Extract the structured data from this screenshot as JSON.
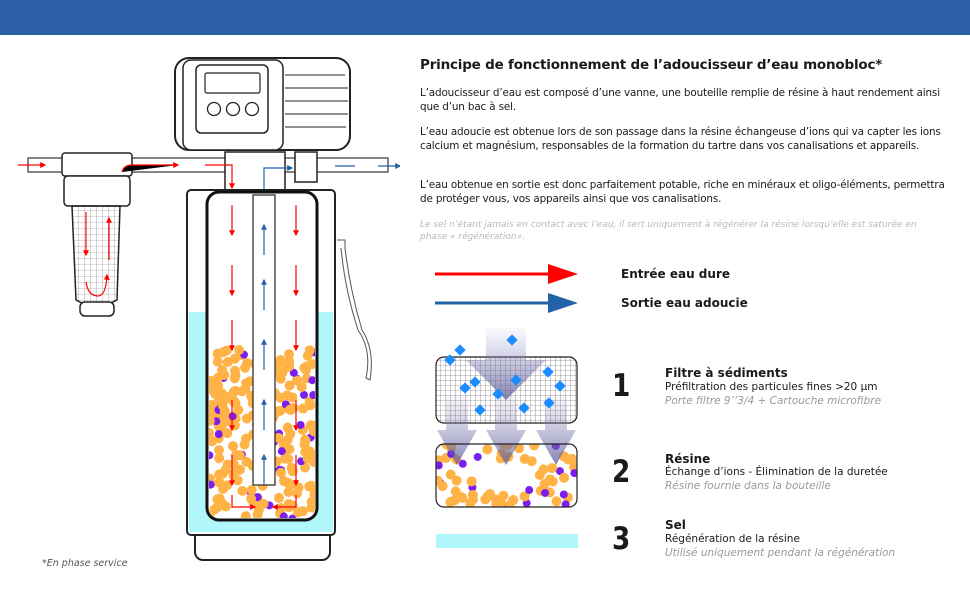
{
  "header": {
    "color": "#2a5fa5"
  },
  "title": "Principe de fonctionnement de l’adoucisseur d’eau monobloc*",
  "paragraphs": [
    "L’adoucisseur d’eau est composé d’une vanne, une bouteille remplie de résine à haut rendement ainsi que d’un bac à sel.",
    "L’eau adoucie est obtenue lors de son passage dans la résine échangeuse d’ions qui  va capter les ions calcium et magnésium, responsables de la formation du tartre dans vos canalisations et appareils.",
    "L’eau obtenue en sortie est donc parfaitement potable, riche en minéraux et oligo-éléments, permettra de protéger vous, vos appareils ainsi que vos canalisations."
  ],
  "note": "Le sel n’étant jamais en contact avec l’eau, il sert uniquement à régénérer la résine lorsqu’elle est saturée en phase « régénération».",
  "legend": [
    {
      "label": "Entrée eau dure",
      "color": "#ff0000"
    },
    {
      "label": "Sortie eau adoucie",
      "color": "#2361a8"
    }
  ],
  "items": [
    {
      "number": "1",
      "title": "Filtre à sédiments",
      "desc": "Préfiltration des particules fines >20 µm",
      "sub": "Porte filtre 9’’3/4 + Cartouche microfibre"
    },
    {
      "number": "2",
      "title": "Résine",
      "desc": "Échange d’ions - Élimination de la duretée",
      "sub": "Résine fournie dans la bouteille"
    },
    {
      "number": "3",
      "title": "Sel",
      "desc": "Régénération de la résine",
      "sub": "Utilisé uniquement pendant la régénération"
    }
  ],
  "colors": {
    "water": "#b0f6fb",
    "bead": "#ffb347",
    "ion": "#7a1ff0",
    "particle": "#1a8cff"
  },
  "footnote": "*En phase service"
}
